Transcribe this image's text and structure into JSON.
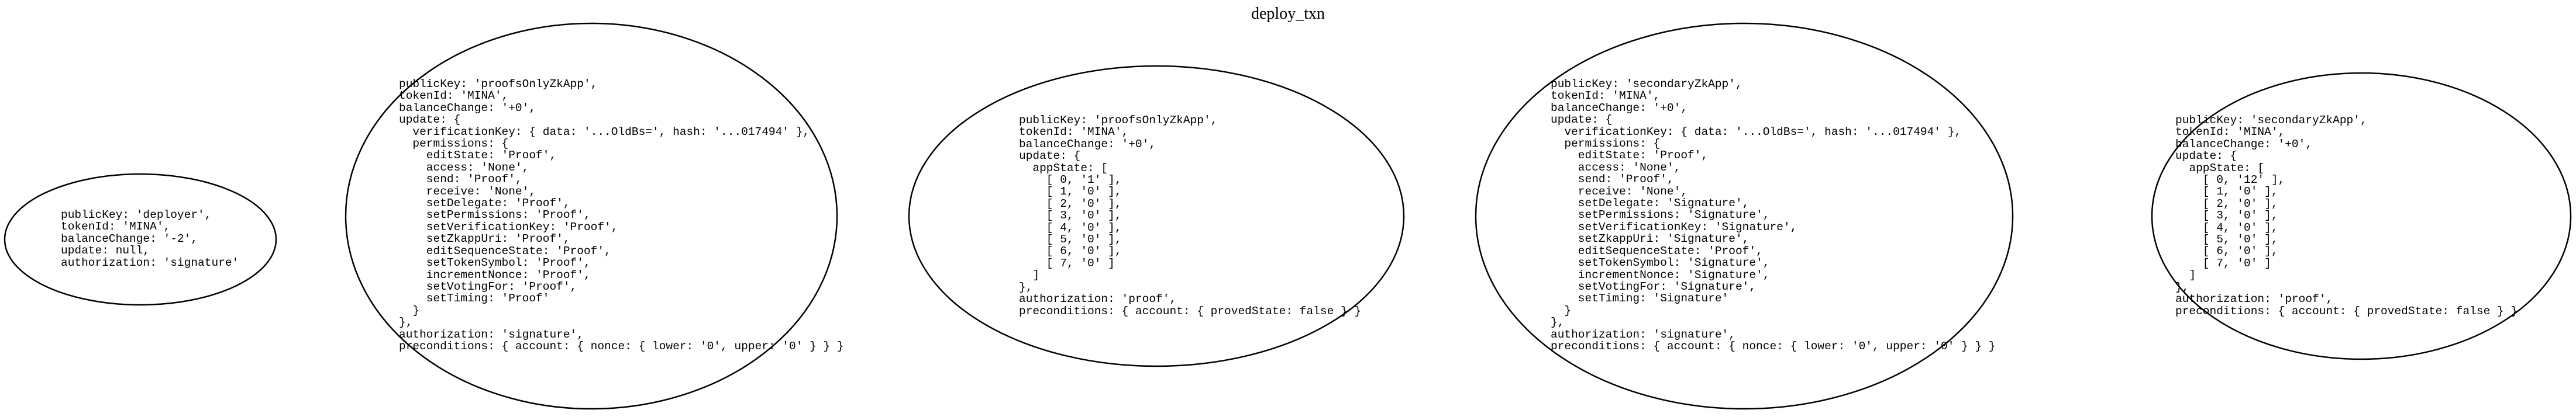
{
  "graph": {
    "title": "deploy_txn"
  },
  "nodes": [
    {
      "id": "deployer",
      "lines": [
        "publicKey: 'deployer',",
        "tokenId: 'MINA',",
        "balanceChange: '-2',",
        "update: null,",
        "authorization: 'signature'"
      ]
    },
    {
      "id": "proofsOnlyZkApp-permissions",
      "lines": [
        "publicKey: 'proofsOnlyZkApp',",
        "tokenId: 'MINA',",
        "balanceChange: '+0',",
        "update: {",
        "  verificationKey: { data: '...OldBs=', hash: '...017494' },",
        "  permissions: {",
        "    editState: 'Proof',",
        "    access: 'None',",
        "    send: 'Proof',",
        "    receive: 'None',",
        "    setDelegate: 'Proof',",
        "    setPermissions: 'Proof',",
        "    setVerificationKey: 'Proof',",
        "    setZkappUri: 'Proof',",
        "    editSequenceState: 'Proof',",
        "    setTokenSymbol: 'Proof',",
        "    incrementNonce: 'Proof',",
        "    setVotingFor: 'Proof',",
        "    setTiming: 'Proof'",
        "  }",
        "},",
        "authorization: 'signature',",
        "preconditions: { account: { nonce: { lower: '0', upper: '0' } } }"
      ]
    },
    {
      "id": "proofsOnlyZkApp-appstate",
      "lines": [
        "publicKey: 'proofsOnlyZkApp',",
        "tokenId: 'MINA',",
        "balanceChange: '+0',",
        "update: {",
        "  appState: [",
        "    [ 0, '1' ],",
        "    [ 1, '0' ],",
        "    [ 2, '0' ],",
        "    [ 3, '0' ],",
        "    [ 4, '0' ],",
        "    [ 5, '0' ],",
        "    [ 6, '0' ],",
        "    [ 7, '0' ]",
        "  ]",
        "},",
        "authorization: 'proof',",
        "preconditions: { account: { provedState: false } }"
      ]
    },
    {
      "id": "secondaryZkApp-permissions",
      "lines": [
        "publicKey: 'secondaryZkApp',",
        "tokenId: 'MINA',",
        "balanceChange: '+0',",
        "update: {",
        "  verificationKey: { data: '...OldBs=', hash: '...017494' },",
        "  permissions: {",
        "    editState: 'Proof',",
        "    access: 'None',",
        "    send: 'Proof',",
        "    receive: 'None',",
        "    setDelegate: 'Signature',",
        "    setPermissions: 'Signature',",
        "    setVerificationKey: 'Signature',",
        "    setZkappUri: 'Signature',",
        "    editSequenceState: 'Proof',",
        "    setTokenSymbol: 'Signature',",
        "    incrementNonce: 'Signature',",
        "    setVotingFor: 'Signature',",
        "    setTiming: 'Signature'",
        "  }",
        "},",
        "authorization: 'signature',",
        "preconditions: { account: { nonce: { lower: '0', upper: '0' } } }"
      ]
    },
    {
      "id": "secondaryZkApp-appstate",
      "lines": [
        "publicKey: 'secondaryZkApp',",
        "tokenId: 'MINA',",
        "balanceChange: '+0',",
        "update: {",
        "  appState: [",
        "    [ 0, '12' ],",
        "    [ 1, '0' ],",
        "    [ 2, '0' ],",
        "    [ 3, '0' ],",
        "    [ 4, '0' ],",
        "    [ 5, '0' ],",
        "    [ 6, '0' ],",
        "    [ 7, '0' ]",
        "  ]",
        "},",
        "authorization: 'proof',",
        "preconditions: { account: { provedState: false } }"
      ]
    }
  ]
}
